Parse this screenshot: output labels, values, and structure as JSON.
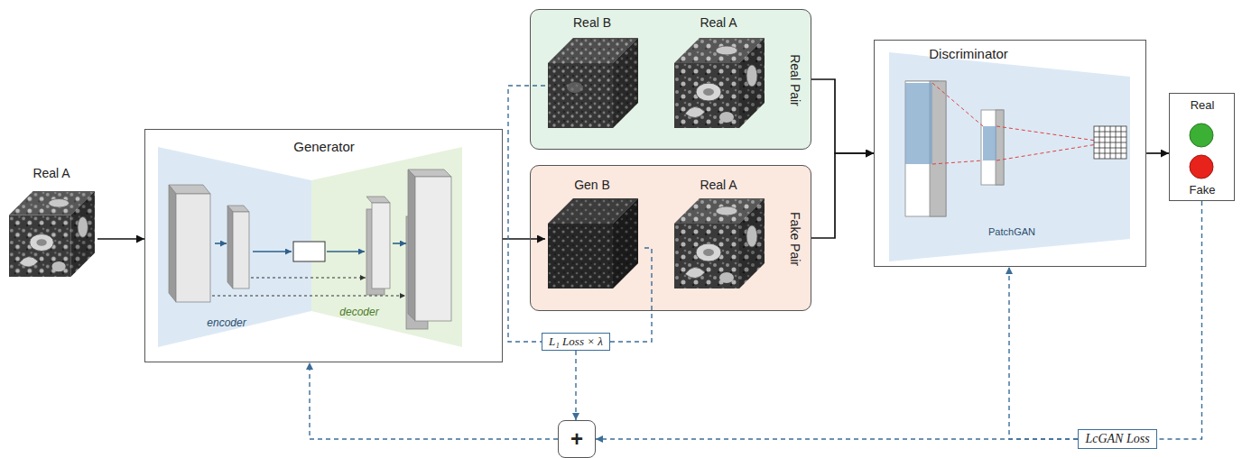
{
  "diagram": {
    "nodes": [
      {
        "text": [
          "Real A"
        ]
      },
      {
        "text": [
          "Generator"
        ]
      },
      {
        "text": [
          "encoder"
        ],
        "in": 1
      },
      {
        "text": [
          "decoder"
        ],
        "in": 1
      },
      {
        "text": [
          "Real Pair"
        ]
      },
      {
        "text": [
          "Real B"
        ],
        "in": 4
      },
      {
        "text": [
          "Real A"
        ],
        "in": 4
      },
      {
        "text": [
          "Fake Pair"
        ]
      },
      {
        "text": [
          "Gen B"
        ],
        "in": 7
      },
      {
        "text": [
          "Real A"
        ],
        "in": 7
      },
      {
        "text": [
          "Discriminator"
        ]
      },
      {
        "text": [
          "PatchGAN"
        ],
        "in": 10
      },
      {
        "text": [
          "Real",
          "Fake"
        ]
      },
      {
        "text": [
          "L₁ Loss × λ"
        ]
      },
      {
        "text": [
          "+"
        ]
      },
      {
        "text": [
          "LcGAN Loss"
        ]
      }
    ],
    "edges": [
      {
        "from": 0,
        "to": 1,
        "arrow": "to"
      },
      {
        "from": 1,
        "to": 8,
        "arrow": "to"
      },
      {
        "from": 4,
        "to": 10,
        "arrow": "to"
      },
      {
        "from": 7,
        "to": 10,
        "arrow": "to"
      },
      {
        "from": 10,
        "to": 12,
        "arrow": "to"
      },
      {
        "from": 5,
        "to": 13,
        "arrow": "none"
      },
      {
        "from": 8,
        "to": 13,
        "arrow": "none"
      },
      {
        "from": 13,
        "to": 14,
        "arrow": "to"
      },
      {
        "from": 12,
        "to": 15,
        "arrow": "none"
      },
      {
        "from": 15,
        "to": 14,
        "arrow": "to"
      },
      {
        "from": 15,
        "to": 10,
        "arrow": "to"
      },
      {
        "from": 14,
        "to": 1,
        "arrow": "to"
      }
    ]
  }
}
